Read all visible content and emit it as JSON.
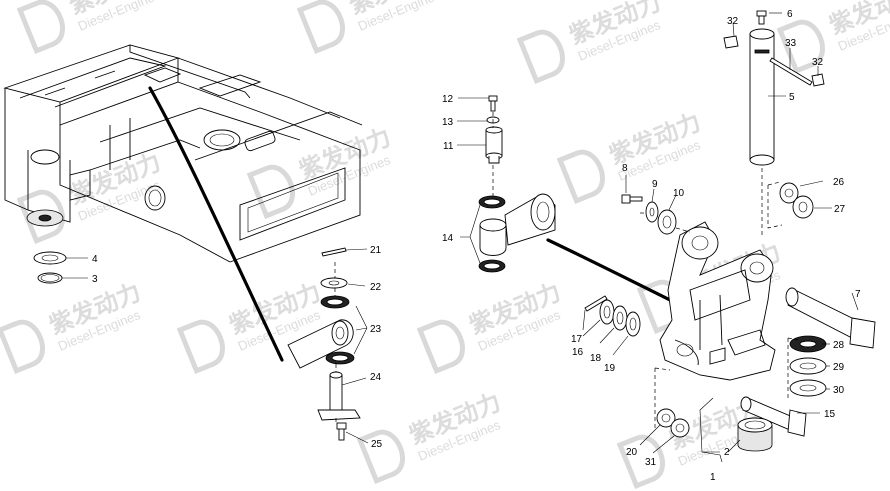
{
  "watermark": {
    "cn_text": "紫发动力",
    "en_text": "Diesel-Engines"
  },
  "callouts": [
    {
      "id": "c1",
      "label": "1"
    },
    {
      "id": "c2",
      "label": "2"
    },
    {
      "id": "c3",
      "label": "3"
    },
    {
      "id": "c4",
      "label": "4"
    },
    {
      "id": "c5",
      "label": "5"
    },
    {
      "id": "c6",
      "label": "6"
    },
    {
      "id": "c7",
      "label": "7"
    },
    {
      "id": "c8",
      "label": "8"
    },
    {
      "id": "c9",
      "label": "9"
    },
    {
      "id": "c10",
      "label": "10"
    },
    {
      "id": "c11",
      "label": "11"
    },
    {
      "id": "c12",
      "label": "12"
    },
    {
      "id": "c13",
      "label": "13"
    },
    {
      "id": "c14",
      "label": "14"
    },
    {
      "id": "c15",
      "label": "15"
    },
    {
      "id": "c16",
      "label": "16"
    },
    {
      "id": "c17",
      "label": "17"
    },
    {
      "id": "c18",
      "label": "18"
    },
    {
      "id": "c19",
      "label": "19"
    },
    {
      "id": "c20",
      "label": "20"
    },
    {
      "id": "c21",
      "label": "21"
    },
    {
      "id": "c22",
      "label": "22"
    },
    {
      "id": "c23",
      "label": "23"
    },
    {
      "id": "c24",
      "label": "24"
    },
    {
      "id": "c25",
      "label": "25"
    },
    {
      "id": "c26",
      "label": "26"
    },
    {
      "id": "c27",
      "label": "27"
    },
    {
      "id": "c28",
      "label": "28"
    },
    {
      "id": "c29",
      "label": "29"
    },
    {
      "id": "c30",
      "label": "30"
    },
    {
      "id": "c31",
      "label": "31"
    },
    {
      "id": "c32a",
      "label": "32"
    },
    {
      "id": "c32b",
      "label": "32"
    },
    {
      "id": "c33",
      "label": "33"
    }
  ]
}
